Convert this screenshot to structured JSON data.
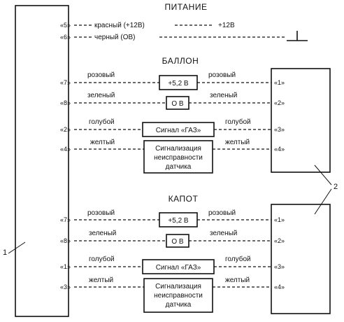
{
  "sections": {
    "power": "ПИТАНИЕ",
    "cylinder": "БАЛЛОН",
    "hood": "КАПОТ"
  },
  "power": {
    "pin5": "«5»",
    "pin6": "«6»",
    "red_label": "красный (+12В)",
    "red_target": "+12В",
    "black_label": "черный (ОВ)"
  },
  "cylinder": {
    "left_pins": [
      "«7»",
      "«8»",
      "«2»",
      "«4»"
    ],
    "right_pins": [
      "«1»",
      "«2»",
      "«3»",
      "«4»"
    ],
    "wires_left": [
      "розовый",
      "зеленый",
      "голубой",
      "желтый"
    ],
    "wires_right": [
      "розовый",
      "зеленый",
      "голубой",
      "желтый"
    ],
    "box_v52": "+5,2 В",
    "box_0v": "О В",
    "box_gas": "Сигнал «ГАЗ»",
    "box_fault": [
      "Сигнализация",
      "неисправности",
      "датчика"
    ]
  },
  "hood": {
    "left_pins": [
      "«7»",
      "«8»",
      "«1»",
      "«3»"
    ],
    "right_pins": [
      "«1»",
      "«2»",
      "«3»",
      "«4»"
    ],
    "wires_left": [
      "розовый",
      "зеленый",
      "голубой",
      "желтый"
    ],
    "wires_right": [
      "розовый",
      "зеленый",
      "голубой",
      "желтый"
    ],
    "box_v52": "+5,2 В",
    "box_0v": "О В",
    "box_gas": "Сигнал «ГАЗ»",
    "box_fault": [
      "Сигнализация",
      "неисправности",
      "датчика"
    ]
  },
  "callouts": {
    "one": "1",
    "two": "2"
  }
}
